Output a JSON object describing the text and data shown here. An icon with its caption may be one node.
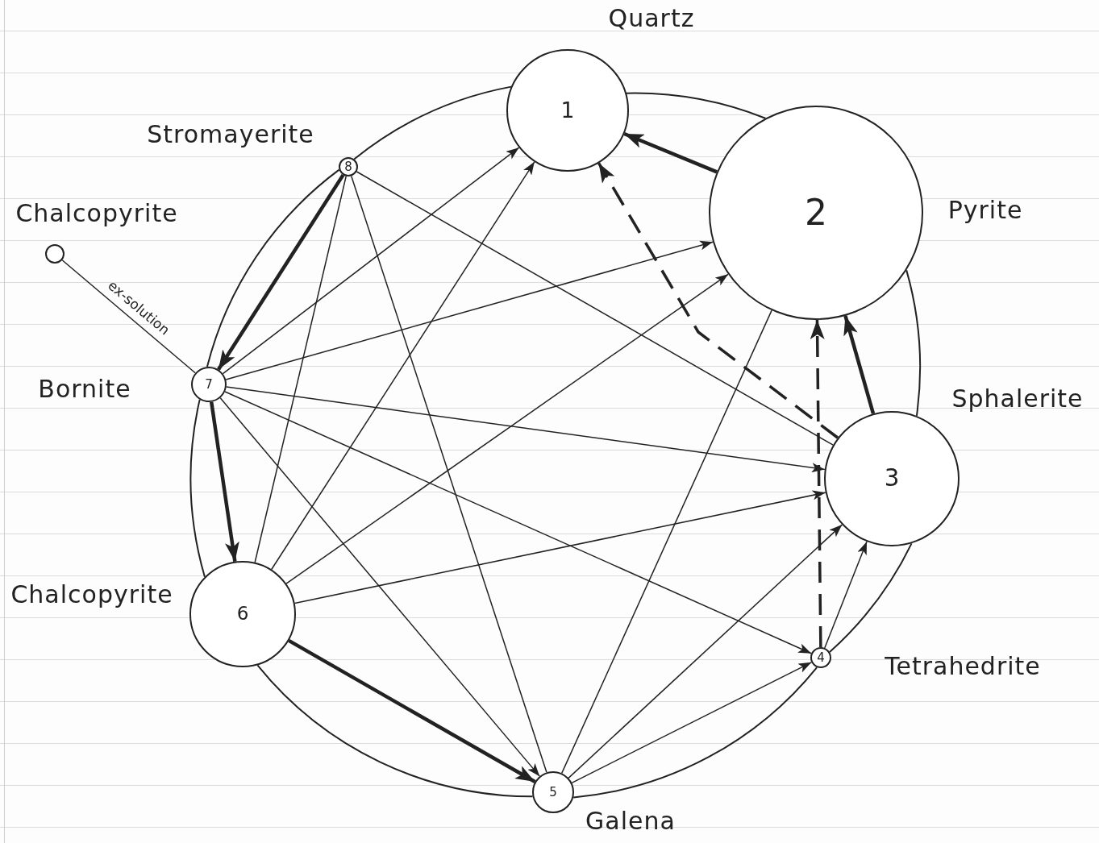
{
  "diagram": {
    "nodes": [
      {
        "text": [
          "1"
        ],
        "beside": [
          "Quartz"
        ]
      },
      {
        "text": [
          "2"
        ],
        "beside": [
          "Pyrite"
        ]
      },
      {
        "text": [
          "3"
        ],
        "beside": [
          "Sphalerite"
        ]
      },
      {
        "text": [
          "4"
        ],
        "beside": [
          "Tetrahedrite"
        ]
      },
      {
        "text": [
          "5"
        ],
        "beside": [
          "Galena"
        ]
      },
      {
        "text": [
          "6"
        ],
        "beside": [
          "Chalcopyrite"
        ]
      },
      {
        "text": [
          "7"
        ],
        "beside": [
          "Bornite"
        ]
      },
      {
        "text": [
          "8"
        ],
        "beside": [
          "Stromayerite"
        ]
      },
      {
        "text": [],
        "shape": "circle",
        "beside": [
          "Chalcopyrite"
        ]
      }
    ],
    "edges": [
      {
        "from": 0,
        "to": 1,
        "arrow": "none"
      },
      {
        "from": 1,
        "to": 2,
        "arrow": "none"
      },
      {
        "from": 2,
        "to": 3,
        "arrow": "none"
      },
      {
        "from": 3,
        "to": 4,
        "arrow": "none"
      },
      {
        "from": 4,
        "to": 5,
        "arrow": "none"
      },
      {
        "from": 5,
        "to": 6,
        "arrow": "none"
      },
      {
        "from": 6,
        "to": 7,
        "arrow": "none"
      },
      {
        "from": 7,
        "to": 0,
        "arrow": "none"
      },
      {
        "from": 1,
        "to": 0,
        "arrow": "to",
        "style": "thick"
      },
      {
        "from": 2,
        "to": 0,
        "arrow": "to",
        "style": "dashed"
      },
      {
        "from": 2,
        "to": 1,
        "arrow": "to",
        "style": "thick"
      },
      {
        "from": 3,
        "to": 1,
        "arrow": "to",
        "style": "dashed"
      },
      {
        "from": 3,
        "to": 2,
        "arrow": "to"
      },
      {
        "from": 4,
        "to": 1,
        "arrow": "none"
      },
      {
        "from": 4,
        "to": 2,
        "arrow": "to"
      },
      {
        "from": 4,
        "to": 3,
        "arrow": "to"
      },
      {
        "from": 5,
        "to": 0,
        "arrow": "to"
      },
      {
        "from": 5,
        "to": 1,
        "arrow": "to"
      },
      {
        "from": 5,
        "to": 2,
        "arrow": "to"
      },
      {
        "from": 5,
        "to": 4,
        "arrow": "to",
        "style": "thick"
      },
      {
        "from": 6,
        "to": 0,
        "arrow": "to"
      },
      {
        "from": 6,
        "to": 1,
        "arrow": "to"
      },
      {
        "from": 6,
        "to": 2,
        "arrow": "to"
      },
      {
        "from": 6,
        "to": 3,
        "arrow": "to"
      },
      {
        "from": 6,
        "to": 4,
        "arrow": "to"
      },
      {
        "from": 6,
        "to": 5,
        "arrow": "to",
        "style": "thick"
      },
      {
        "from": 7,
        "to": 6,
        "arrow": "to",
        "style": "thick"
      },
      {
        "from": 7,
        "to": 5,
        "arrow": "none"
      },
      {
        "from": 7,
        "to": 4,
        "arrow": "none"
      },
      {
        "from": 7,
        "to": 2,
        "arrow": "none"
      },
      {
        "from": 8,
        "to": 6,
        "arrow": "none",
        "label": "ex-solution"
      }
    ]
  }
}
